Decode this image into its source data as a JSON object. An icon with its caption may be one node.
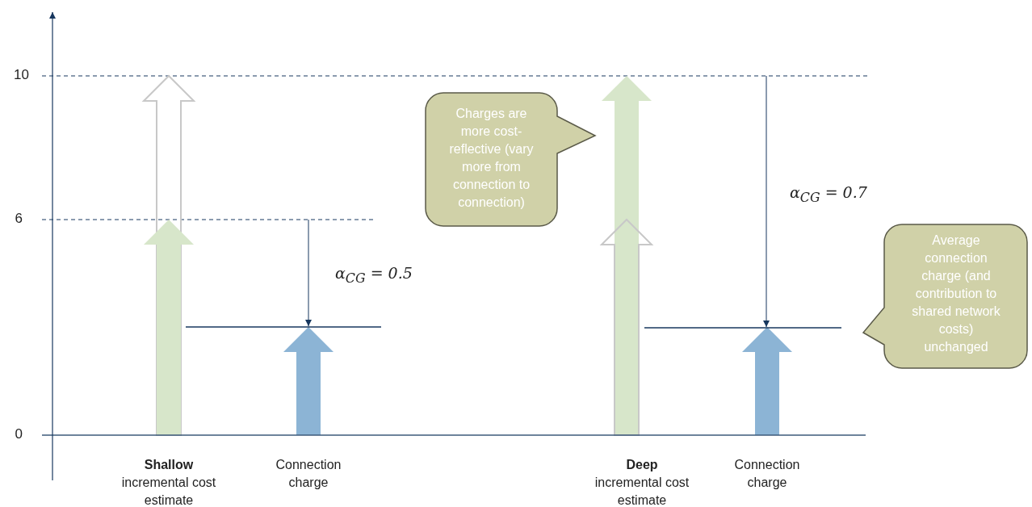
{
  "diagram": {
    "nodes": [
      {
        "text": [
          "Charges are more cost-reflective (vary more from connection to connection)"
        ]
      },
      {
        "text": [
          "Average connection charge (and contribution to shared network costs) unchanged"
        ]
      }
    ],
    "labels": [
      "10",
      "α$_{CG}$ = 0.7",
      "6",
      "α$_{CG}$ = 0.5",
      "0",
      "**Shallow** incremental cost estimate",
      "Connection charge",
      "**Deep** incremental cost estimate",
      "Connection charge"
    ]
  }
}
